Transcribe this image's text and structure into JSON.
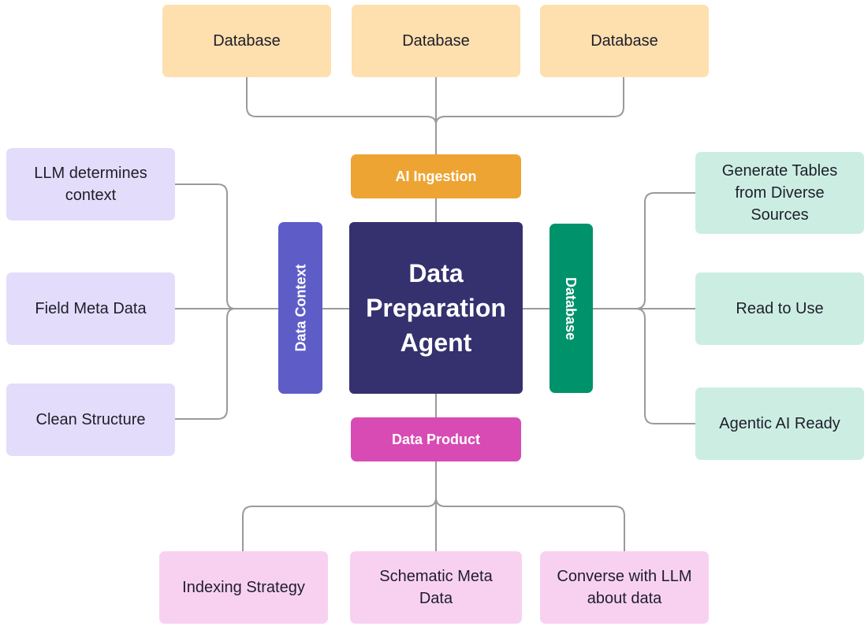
{
  "colors": {
    "database_box": "#FEDFAE",
    "context_box": "#E3DDFB",
    "result_box": "#CCEEE2",
    "product_box": "#F8D1F1",
    "ai_ingestion": "#EDA432",
    "data_product": "#D84BB4",
    "data_context": "#5E5CC7",
    "database_bar": "#00926B",
    "center": "#35316F",
    "connector": "#9A9A9A"
  },
  "top": {
    "sources": [
      "Database",
      "Database",
      "Database"
    ],
    "hub_label": "AI Ingestion"
  },
  "left": {
    "items": [
      "LLM determines\ncontext",
      "Field Meta Data",
      "Clean Structure"
    ],
    "bar_label": "Data Context"
  },
  "center": {
    "title": "Data\nPreparation\nAgent"
  },
  "right": {
    "bar_label": "Database",
    "items": [
      "Generate Tables\nfrom Diverse\nSources",
      "Read to Use",
      "Agentic AI Ready"
    ]
  },
  "bottom": {
    "hub_label": "Data Product",
    "items": [
      "Indexing Strategy",
      "Schematic Meta\nData",
      "Converse with LLM\nabout data"
    ]
  }
}
